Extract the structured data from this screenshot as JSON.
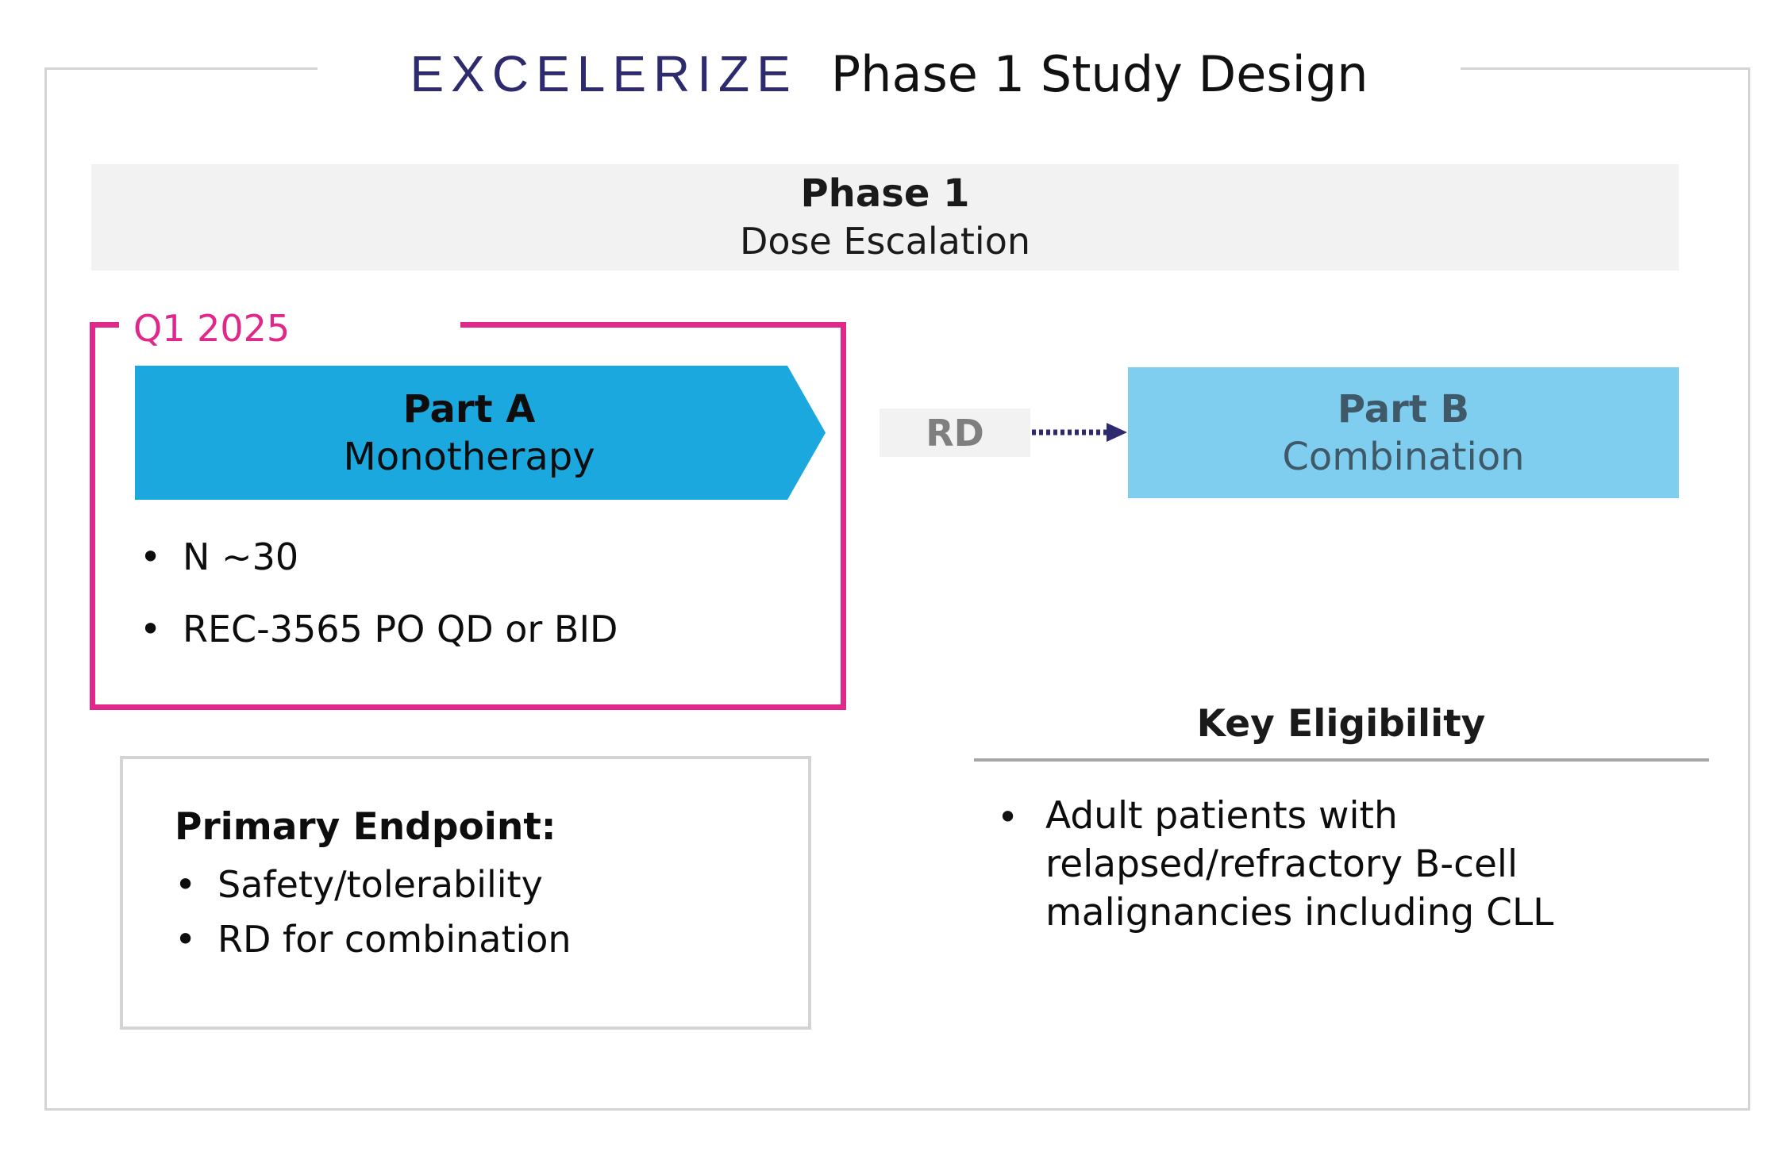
{
  "header": {
    "brand": "EXCELERIZE",
    "title": "Phase 1 Study Design"
  },
  "phase": {
    "title": "Phase 1",
    "subtitle": "Dose Escalation"
  },
  "timeline": {
    "label": "Q1 2025"
  },
  "part_a": {
    "title": "Part A",
    "subtitle": "Monotherapy",
    "bullets": [
      "N ~30",
      "REC-3565 PO QD or BID"
    ]
  },
  "transition": {
    "label": "RD"
  },
  "part_b": {
    "title": "Part B",
    "subtitle": "Combination"
  },
  "primary_endpoint": {
    "title": "Primary Endpoint:",
    "bullets": [
      "Safety/tolerability",
      "RD for combination"
    ]
  },
  "eligibility": {
    "title": "Key Eligibility",
    "bullets": [
      "Adult patients with relapsed/refractory B-cell malignancies including CLL"
    ]
  },
  "bullet_glyph": "•",
  "colors": {
    "brand": "#2e2a6e",
    "highlight_border": "#e0288a",
    "part_a_fill": "#1ba8df",
    "part_b_fill": "#80ceef",
    "arrow": "#2e2a6e"
  }
}
